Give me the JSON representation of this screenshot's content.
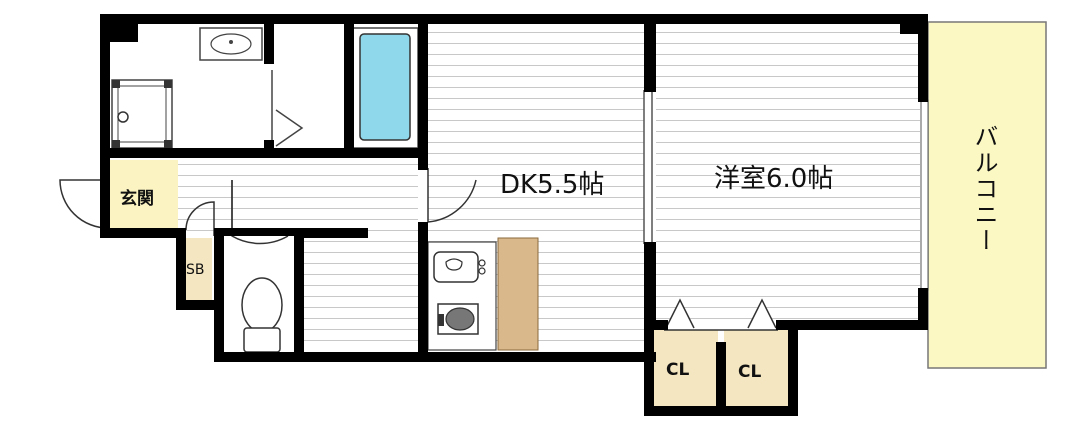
{
  "rooms": {
    "dk": "DK5.5帖",
    "western": "洋室6.0帖",
    "entrance": "玄関",
    "shoe_box": "SB",
    "closet_1": "CL",
    "closet_2": "CL",
    "balcony": "バルコニー"
  },
  "colors": {
    "wall": "#000000",
    "floor_lines": "#c8c8c8",
    "entrance_fill": "#fbf3c2",
    "storage_fill": "#f4e6c0",
    "balcony_fill": "#fbf8c4",
    "counter_fill": "#d9b98c",
    "bath_fill": "#8fd7ea"
  }
}
